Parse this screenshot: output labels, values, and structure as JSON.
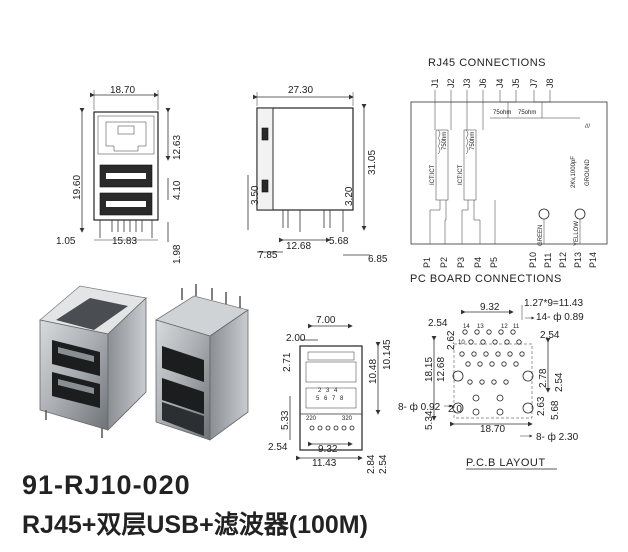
{
  "front_view": {
    "dim_width": "18.70",
    "dim_height_total": "19.60",
    "dim_rj45": "12.63",
    "dim_usb_gap": "4.10",
    "dim_left": "1.05",
    "dim_pin_span": "15.83",
    "dim_pin_len": "1.98"
  },
  "side_view": {
    "dim_depth": "27.30",
    "dim_height": "31.05",
    "dim_right_pin": "3.20",
    "dim_left_pin": "3.50",
    "dim_pitch_a": "12.68",
    "dim_pitch_b": "5.68",
    "dim_left_off": "7.85",
    "dim_right_off": "6.85"
  },
  "schematic": {
    "title": "RJ45 CONNECTIONS",
    "footer": "PC BOARD CONNECTIONS",
    "top_pins": [
      "J1",
      "J2",
      "J3",
      "J6",
      "J4",
      "J5",
      "J7",
      "J8"
    ],
    "bottom_pins": [
      "P1",
      "P2",
      "P3",
      "P4",
      "P5",
      "P10",
      "P11",
      "P12",
      "P13",
      "P14"
    ],
    "transformer_1": "ICT:ICT",
    "transformer_2": "ICT:ICT",
    "choke_1": "750hm",
    "choke_2": "750hm",
    "res_1": "75ohm",
    "res_2": "75ohm",
    "cap_label": "2Kv,1000pF",
    "ground": "GROUND",
    "led_green": "GREEN",
    "led_yellow": "YELLOW"
  },
  "bottom_view": {
    "dim_top": "7.00",
    "dim_a": "2.00",
    "dim_b": "2.71",
    "dim_c": "10.145",
    "dim_d": "10.48",
    "dim_e": "5.33",
    "dim_f": "2.54",
    "dim_g": "9.32",
    "dim_h": "11.43",
    "dim_i": "2.84",
    "dim_j": "2.54",
    "pin_row_1": [
      "2",
      "3",
      "4"
    ],
    "pin_row_2": [
      "5",
      "6",
      "7",
      "8"
    ],
    "pin_row_3": [
      "220",
      "320"
    ]
  },
  "pcb_layout": {
    "dim_pitch": "9.32",
    "dim_holes": "1.27*9=11.43",
    "dim_holes_dia": "14- ф 0.89",
    "dim_a": "2.54",
    "dim_b": "2.54",
    "dim_c": "2.62",
    "dim_d": "18.15",
    "dim_e": "12.68",
    "dim_f": "2.78",
    "dim_g": "2.54",
    "dim_h": "8- ф 0.92",
    "dim_i": "5.34",
    "dim_j": "2.0",
    "dim_k": "2.63",
    "dim_l": "5.68",
    "dim_width": "18.70",
    "dim_mount": "8- ф 2.30",
    "num_a": "14",
    "num_b": "13",
    "num_c": "12",
    "num_d": "11",
    "num_e": "10",
    "title": "P.C.B LAYOUT"
  },
  "part_number": "91-RJ10-020",
  "description": "RJ45+双层USB+滤波器(100M)"
}
